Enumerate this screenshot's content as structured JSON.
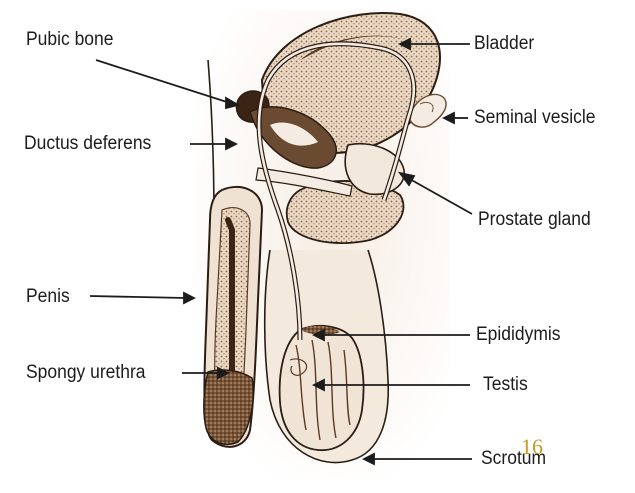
{
  "labels": {
    "pubic_bone": "Pubic bone",
    "ductus_deferens": "Ductus deferens",
    "penis": "Penis",
    "spongy_urethra": "Spongy urethra",
    "bladder": "Bladder",
    "seminal_vesicle": "Seminal vesicle",
    "prostate_gland": "Prostate gland",
    "epididymis": "Epididymis",
    "testis": "Testis",
    "scrotum": "Scrotum"
  },
  "page_number": "16",
  "colors": {
    "text": "#1c1c1c",
    "tissue_light": "#f1e6da",
    "tissue_mid": "#dcc4a8",
    "tissue_dark": "#5a3a24",
    "outline": "#2b1d14",
    "page_number": "#c49a2a"
  }
}
